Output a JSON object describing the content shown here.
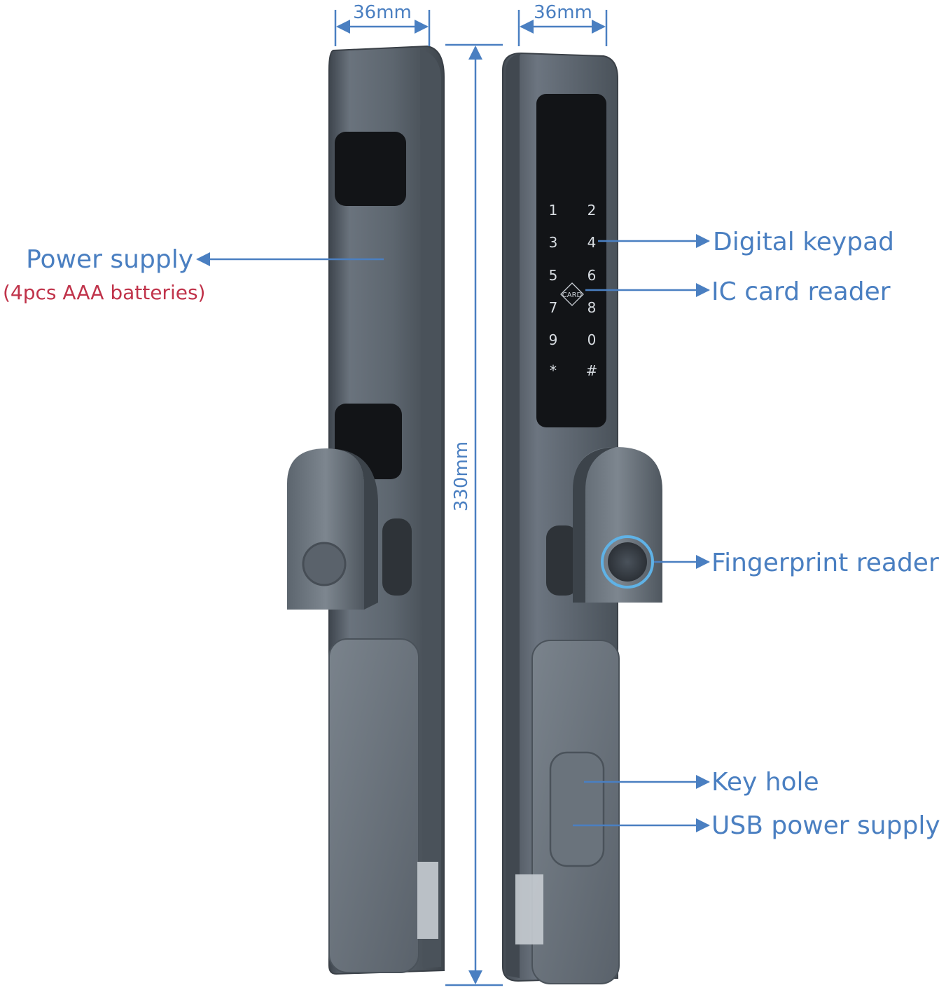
{
  "dimensions": {
    "left_width": "36mm",
    "right_width": "36mm",
    "height": "330mm"
  },
  "labels": {
    "power_supply": "Power supply",
    "power_supply_note": "(4pcs AAA batteries)",
    "digital_keypad": "Digital keypad",
    "ic_card_reader": "IC card reader",
    "fingerprint_reader": "Fingerprint reader",
    "key_hole": "Key hole",
    "usb_power_supply": "USB power supply"
  },
  "keypad": {
    "keys": [
      "1",
      "2",
      "3",
      "4",
      "5",
      "6",
      "7",
      "8",
      "9",
      "0",
      "*",
      "#"
    ],
    "card_mark": "CARD"
  },
  "colors": {
    "label": "#4a7fc1",
    "note": "#c0334a",
    "body": "#5b646e",
    "panel": "#121417"
  }
}
